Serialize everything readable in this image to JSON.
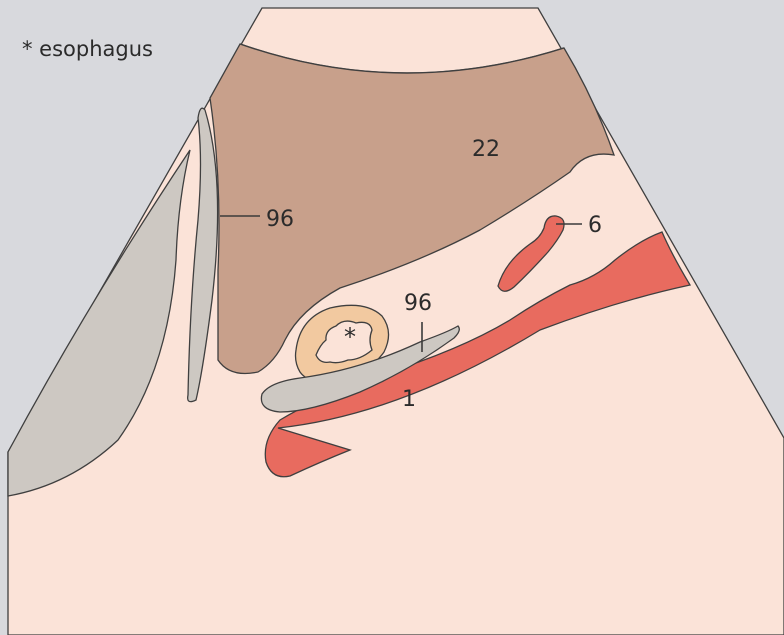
{
  "legend": {
    "text": "* esophagus"
  },
  "labels": {
    "liver": "22",
    "diaphragm_crus_left": "96",
    "vessel_small": "6",
    "diaphragm_crus_center": "96",
    "aorta": "1",
    "esophagus_marker": "*"
  },
  "colors": {
    "background_outside": "#d8d9dd",
    "ultrasound_field": "#fbe3d8",
    "liver": "#c8a08b",
    "vessel_red": "#e86b5f",
    "esophagus_ring": "#f2c9a0",
    "gray_structure": "#cdc8c2",
    "crus_inner": "#b9b5b0"
  }
}
